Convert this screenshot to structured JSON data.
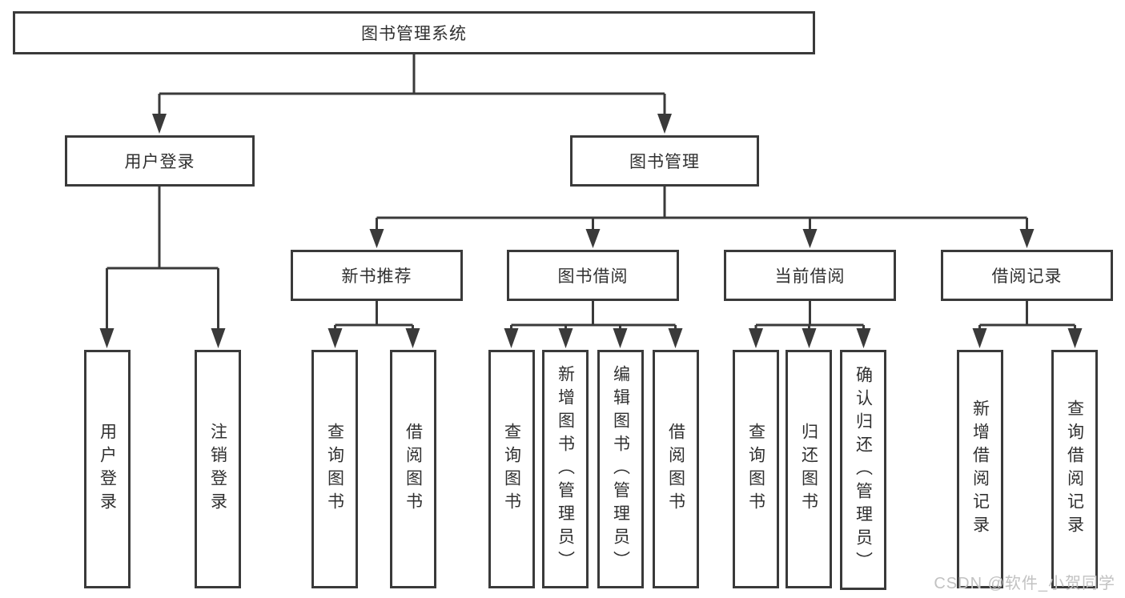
{
  "diagram": {
    "type": "tree",
    "colors": {
      "line": "#3a3a3a",
      "box_border": "#3a3a3a",
      "text": "#303030",
      "background": "#ffffff",
      "watermark": "#c2c2c2"
    },
    "tree": {
      "root": {
        "label": "图书管理系统",
        "children": [
          {
            "label": "用户登录",
            "children": [
              {
                "label": "用户登录"
              },
              {
                "label": "注销登录"
              }
            ]
          },
          {
            "label": "图书管理",
            "children": [
              {
                "label": "新书推荐",
                "children": [
                  {
                    "label": "查询图书"
                  },
                  {
                    "label": "借阅图书"
                  }
                ]
              },
              {
                "label": "图书借阅",
                "children": [
                  {
                    "label": "查询图书"
                  },
                  {
                    "label": "新增图书（管理员）"
                  },
                  {
                    "label": "编辑图书（管理员）"
                  },
                  {
                    "label": "借阅图书"
                  }
                ]
              },
              {
                "label": "当前借阅",
                "children": [
                  {
                    "label": "查询图书"
                  },
                  {
                    "label": "归还图书"
                  },
                  {
                    "label": "确认归还（管理员）"
                  }
                ]
              },
              {
                "label": "借阅记录",
                "children": [
                  {
                    "label": "新增借阅记录"
                  },
                  {
                    "label": "查询借阅记录"
                  }
                ]
              }
            ]
          }
        ]
      }
    },
    "watermark": "CSDN @软件_小贺同学"
  }
}
